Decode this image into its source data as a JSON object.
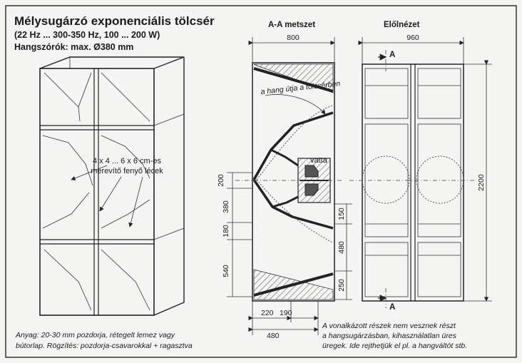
{
  "title": "Mélysugárzó exponenciális tölcsér",
  "subtitle_1": "(22 Hz ... 300-350 Hz, 100 ... 200 W)",
  "subtitle_2": "Hangszórók: max. Ø380 mm",
  "section_label": "A-A  metszet",
  "front_label": "Előlnézet",
  "path_label": "a hang útja a tölcsérben",
  "batting_label": "vatta",
  "slats_label_1": "4 x 4 ... 6 x 6 cm-es",
  "slats_label_2": "merevítő fenyő lécek",
  "section_marker": "A",
  "dimensions": {
    "section_width": "800",
    "front_width": "960",
    "height": "2200",
    "d200": "200",
    "d380": "380",
    "d180": "180",
    "d540": "540",
    "d150": "150",
    "d480_vertical": "480",
    "d250": "250",
    "d220": "220",
    "d190": "190",
    "d480_bottom": "480"
  },
  "material_note_1": "Anyag: 20-30 mm pozdorja, rétegelt lemez vagy",
  "material_note_2": "bútorlap. Rögzítés: pozdorja-csavarokkal + ragasztva",
  "unused_note_1": "A vonalkázott részek nem vesznek részt",
  "unused_note_2": "a hangsugárzásban, kihasználatlan üres",
  "unused_note_3": "üregek. Ide rejthetjük el pl. a hangváltót stb."
}
